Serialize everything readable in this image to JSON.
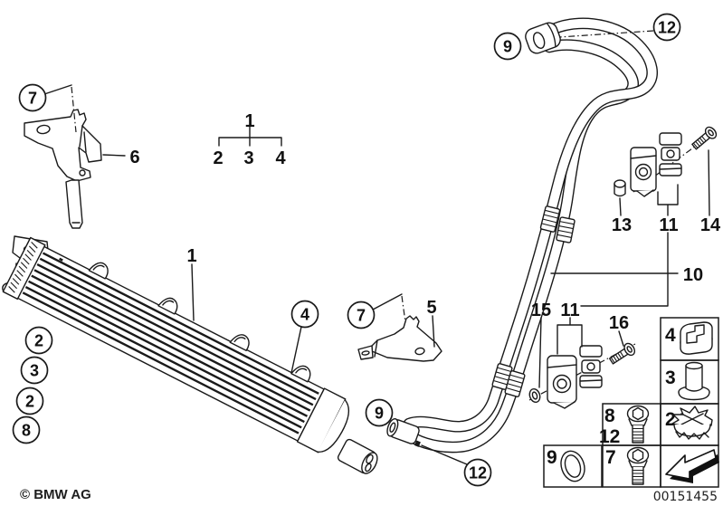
{
  "page": {
    "background": "#ffffff",
    "line_color": "#1a1a1a",
    "description": "Engine oil cooler / oil cooling coil parts diagram"
  },
  "footer": {
    "copyright": "© BMW AG",
    "image_number": "00151455"
  },
  "balloons": [
    {
      "part": "7"
    },
    {
      "part": "9"
    },
    {
      "part": "12"
    },
    {
      "part": "4"
    },
    {
      "part": "7"
    },
    {
      "part": "2"
    },
    {
      "part": "3"
    },
    {
      "part": "2"
    },
    {
      "part": "8"
    },
    {
      "part": "9"
    },
    {
      "part": "12"
    }
  ],
  "labels": [
    {
      "part": "1"
    },
    {
      "part": "2"
    },
    {
      "part": "3"
    },
    {
      "part": "4"
    },
    {
      "part": "6"
    },
    {
      "part": "1"
    },
    {
      "part": "5"
    },
    {
      "part": "10"
    },
    {
      "part": "13"
    },
    {
      "part": "11"
    },
    {
      "part": "14"
    },
    {
      "part": "15"
    },
    {
      "part": "11"
    },
    {
      "part": "16"
    }
  ],
  "legend": {
    "cells": [
      {
        "part": "4",
        "icon": "cage-nut-clip-icon"
      },
      {
        "part": "3",
        "icon": "rubber-plug-icon"
      },
      {
        "part": "2",
        "icon": "star-grommet-icon"
      },
      {
        "part": "8",
        "part2": "12",
        "icon": "socket-bolt-icon"
      },
      {
        "part": "7",
        "icon": "socket-bolt-icon"
      },
      {
        "part": "9",
        "icon": "o-ring-icon"
      },
      {
        "icon": "direction-arrow-icon"
      }
    ]
  }
}
